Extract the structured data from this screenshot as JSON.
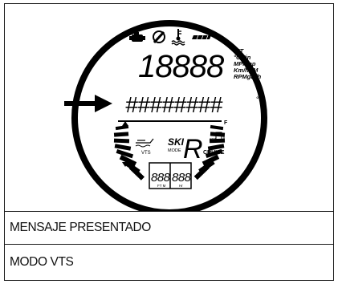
{
  "display": {
    "digits_top": "18888",
    "units": [
      "°FT",
      "°CMin",
      "MPHlap",
      "Km/hAM",
      "RPMgal/h"
    ],
    "alnum": "########",
    "degree": "°",
    "ski_label": "SKI",
    "mode_label": "MODE",
    "vts_label": "VTS",
    "cruise_label": "CRUISE",
    "eco_label": "eco",
    "big_char": "R",
    "fuel_full": "F",
    "fuel_empty": "E",
    "left_digits": "888",
    "left_unit": "FT M",
    "right_digits": "888",
    "right_unit": "Hr"
  },
  "icons": [
    "engine-check-icon",
    "wrench-icon",
    "water-temperature-icon",
    "battery-icon",
    "arrow-pointer-icon",
    "boat-trim-icon",
    "fuel-pump-icon"
  ],
  "rows": [
    {
      "label": "MENSAJE PRESENTADO"
    },
    {
      "label": "MODO VTS"
    }
  ]
}
